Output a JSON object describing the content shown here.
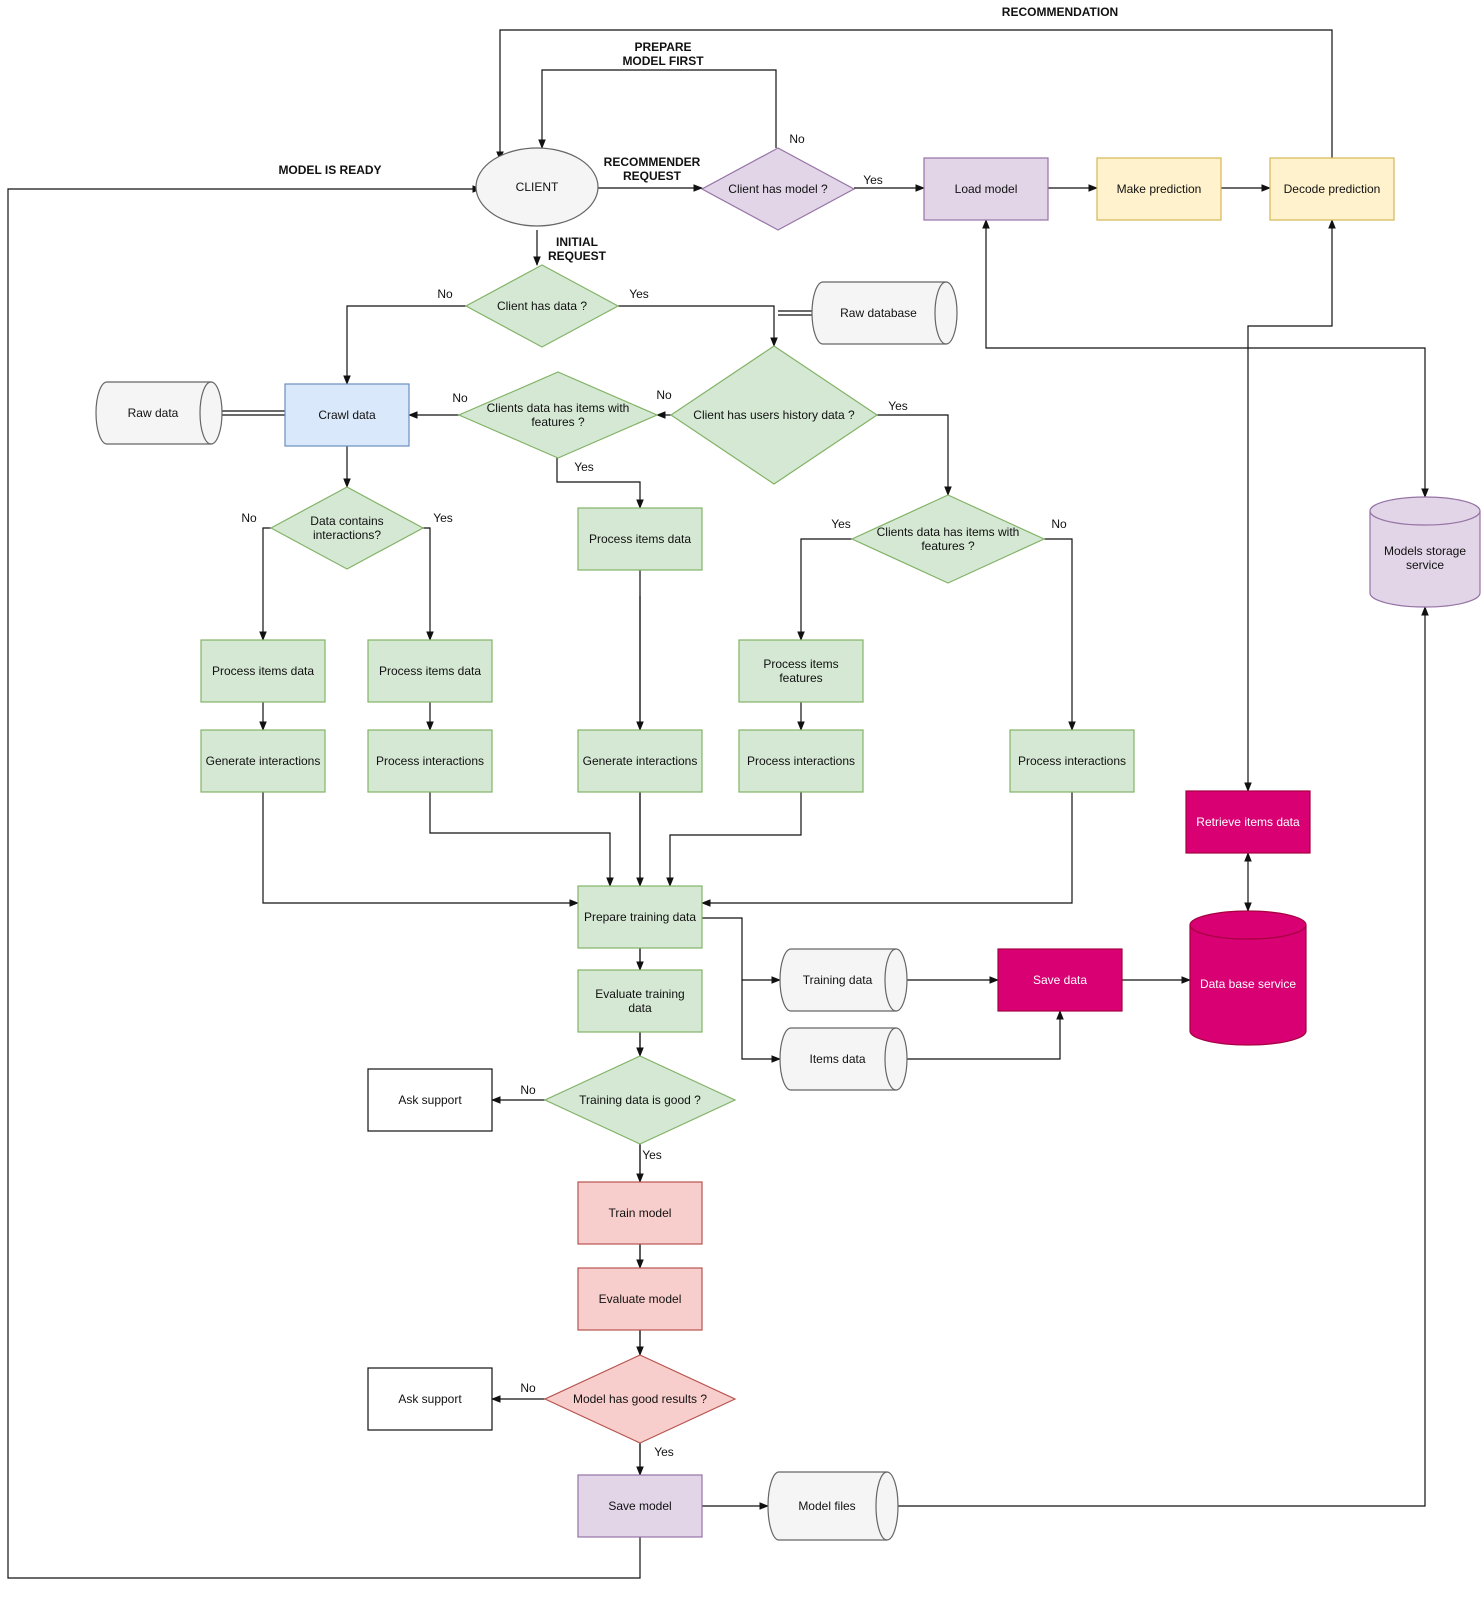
{
  "diagram": {
    "nodes": [
      {
        "id": "client",
        "shape": "ellipse",
        "lines": [
          "CLIENT"
        ],
        "fill": "#f5f5f5",
        "stroke": "#666666"
      },
      {
        "id": "client_has_model",
        "shape": "diamond",
        "lines": [
          "Client has model ?"
        ],
        "fill": "#e1d5e7",
        "stroke": "#9673a6"
      },
      {
        "id": "load_model",
        "shape": "rect",
        "lines": [
          "Load model"
        ],
        "fill": "#e1d5e7",
        "stroke": "#9673a6"
      },
      {
        "id": "make_prediction",
        "shape": "rect",
        "lines": [
          "Make prediction"
        ],
        "fill": "#fff2cc",
        "stroke": "#d6b656"
      },
      {
        "id": "decode_prediction",
        "shape": "rect",
        "lines": [
          "Decode prediction"
        ],
        "fill": "#fff2cc",
        "stroke": "#d6b656"
      },
      {
        "id": "client_has_data",
        "shape": "diamond",
        "lines": [
          "Client has data ?"
        ],
        "fill": "#d5e8d4",
        "stroke": "#82b366"
      },
      {
        "id": "raw_database",
        "shape": "hcyl",
        "lines": [
          "Raw database"
        ],
        "fill": "#f5f5f5",
        "stroke": "#666666"
      },
      {
        "id": "client_users_history",
        "shape": "diamond",
        "lines": [
          "Client has users history data ?"
        ],
        "fill": "#d5e8d4",
        "stroke": "#82b366"
      },
      {
        "id": "clients_items_features_1",
        "shape": "diamond",
        "lines": [
          "Clients data has items with",
          "features ?"
        ],
        "fill": "#d5e8d4",
        "stroke": "#82b366"
      },
      {
        "id": "crawl_data",
        "shape": "rect",
        "lines": [
          "Crawl data"
        ],
        "fill": "#dae8fc",
        "stroke": "#6c8ebf"
      },
      {
        "id": "raw_data",
        "shape": "hcyl",
        "lines": [
          "Raw data"
        ],
        "fill": "#f5f5f5",
        "stroke": "#666666"
      },
      {
        "id": "data_contains_interactions",
        "shape": "diamond",
        "lines": [
          "Data contains",
          "interactions?"
        ],
        "fill": "#d5e8d4",
        "stroke": "#82b366"
      },
      {
        "id": "process_items_data_mid",
        "shape": "rect",
        "lines": [
          "Process items data"
        ],
        "fill": "#d5e8d4",
        "stroke": "#82b366"
      },
      {
        "id": "clients_items_features_2",
        "shape": "diamond",
        "lines": [
          "Clients data has items with",
          "features ?"
        ],
        "fill": "#d5e8d4",
        "stroke": "#82b366"
      },
      {
        "id": "process_items_data_a",
        "shape": "rect",
        "lines": [
          "Process items data"
        ],
        "fill": "#d5e8d4",
        "stroke": "#82b366"
      },
      {
        "id": "process_items_data_b",
        "shape": "rect",
        "lines": [
          "Process items data"
        ],
        "fill": "#d5e8d4",
        "stroke": "#82b366"
      },
      {
        "id": "process_items_features",
        "shape": "rect",
        "lines": [
          "Process items",
          "features"
        ],
        "fill": "#d5e8d4",
        "stroke": "#82b366"
      },
      {
        "id": "generate_interactions_a",
        "shape": "rect",
        "lines": [
          "Generate interactions"
        ],
        "fill": "#d5e8d4",
        "stroke": "#82b366"
      },
      {
        "id": "process_interactions_b",
        "shape": "rect",
        "lines": [
          "Process interactions"
        ],
        "fill": "#d5e8d4",
        "stroke": "#82b366"
      },
      {
        "id": "generate_interactions_mid",
        "shape": "rect",
        "lines": [
          "Generate interactions"
        ],
        "fill": "#d5e8d4",
        "stroke": "#82b366"
      },
      {
        "id": "process_interactions_d",
        "shape": "rect",
        "lines": [
          "Process interactions"
        ],
        "fill": "#d5e8d4",
        "stroke": "#82b366"
      },
      {
        "id": "process_interactions_e",
        "shape": "rect",
        "lines": [
          "Process interactions"
        ],
        "fill": "#d5e8d4",
        "stroke": "#82b366"
      },
      {
        "id": "prepare_training_data",
        "shape": "rect",
        "lines": [
          "Prepare training data"
        ],
        "fill": "#d5e8d4",
        "stroke": "#82b366"
      },
      {
        "id": "evaluate_training_data",
        "shape": "rect",
        "lines": [
          "Evaluate training",
          "data"
        ],
        "fill": "#d5e8d4",
        "stroke": "#82b366"
      },
      {
        "id": "training_data_good",
        "shape": "diamond",
        "lines": [
          "Training data is good ?"
        ],
        "fill": "#d5e8d4",
        "stroke": "#82b366"
      },
      {
        "id": "ask_support_1",
        "shape": "rect",
        "lines": [
          "Ask support"
        ],
        "fill": "#ffffff",
        "stroke": "#111111"
      },
      {
        "id": "train_model",
        "shape": "rect",
        "lines": [
          "Train model"
        ],
        "fill": "#f8cecc",
        "stroke": "#b85450"
      },
      {
        "id": "evaluate_model",
        "shape": "rect",
        "lines": [
          "Evaluate model"
        ],
        "fill": "#f8cecc",
        "stroke": "#b85450"
      },
      {
        "id": "model_good_results",
        "shape": "diamond",
        "lines": [
          "Model has good results ?"
        ],
        "fill": "#f8cecc",
        "stroke": "#b85450"
      },
      {
        "id": "ask_support_2",
        "shape": "rect",
        "lines": [
          "Ask support"
        ],
        "fill": "#ffffff",
        "stroke": "#111111"
      },
      {
        "id": "save_model",
        "shape": "rect",
        "lines": [
          "Save model"
        ],
        "fill": "#e1d5e7",
        "stroke": "#9673a6"
      },
      {
        "id": "model_files",
        "shape": "hcyl",
        "lines": [
          "Model files"
        ],
        "fill": "#f5f5f5",
        "stroke": "#666666"
      },
      {
        "id": "training_data_store",
        "shape": "hcyl",
        "lines": [
          "Training data"
        ],
        "fill": "#f5f5f5",
        "stroke": "#666666"
      },
      {
        "id": "items_data_store",
        "shape": "hcyl",
        "lines": [
          "Items data"
        ],
        "fill": "#f5f5f5",
        "stroke": "#666666"
      },
      {
        "id": "save_data",
        "shape": "rect",
        "lines": [
          "Save data"
        ],
        "fill": "#d80073",
        "stroke": "#a50040",
        "text_color": "#ffffff"
      },
      {
        "id": "data_base_service",
        "shape": "vcyl",
        "lines": [
          "Data base service"
        ],
        "fill": "#d80073",
        "stroke": "#a50040",
        "text_color": "#ffffff"
      },
      {
        "id": "retrieve_items_data",
        "shape": "rect",
        "lines": [
          "Retrieve items data"
        ],
        "fill": "#d80073",
        "stroke": "#a50040",
        "text_color": "#ffffff"
      },
      {
        "id": "models_storage_service",
        "shape": "vcyl",
        "lines": [
          "Models storage",
          "service"
        ],
        "fill": "#e1d5e7",
        "stroke": "#9673a6"
      }
    ],
    "edge_labels": [
      {
        "id": "recommendation",
        "lines": [
          "RECOMMENDATION"
        ],
        "bold": true
      },
      {
        "id": "prepare_model_first",
        "lines": [
          "PREPARE",
          "MODEL FIRST"
        ],
        "bold": true
      },
      {
        "id": "model_is_ready",
        "lines": [
          "MODEL IS READY"
        ],
        "bold": true
      },
      {
        "id": "recommender_request",
        "lines": [
          "RECOMMENDER",
          "REQUEST"
        ],
        "bold": true
      },
      {
        "id": "initial_request",
        "lines": [
          "INITIAL",
          "REQUEST"
        ],
        "bold": true
      },
      {
        "id": "no_has_model",
        "lines": [
          "No"
        ],
        "bold": false
      },
      {
        "id": "yes_has_model",
        "lines": [
          "Yes"
        ],
        "bold": false
      },
      {
        "id": "no_has_data",
        "lines": [
          "No"
        ],
        "bold": false
      },
      {
        "id": "yes_has_data",
        "lines": [
          "Yes"
        ],
        "bold": false
      },
      {
        "id": "no_features_1",
        "lines": [
          "No"
        ],
        "bold": false
      },
      {
        "id": "no_history",
        "lines": [
          "No"
        ],
        "bold": false
      },
      {
        "id": "yes_history",
        "lines": [
          "Yes"
        ],
        "bold": false
      },
      {
        "id": "yes_features_1",
        "lines": [
          "Yes"
        ],
        "bold": false
      },
      {
        "id": "no_interactions",
        "lines": [
          "No"
        ],
        "bold": false
      },
      {
        "id": "yes_interactions",
        "lines": [
          "Yes"
        ],
        "bold": false
      },
      {
        "id": "yes_features_2",
        "lines": [
          "Yes"
        ],
        "bold": false
      },
      {
        "id": "no_features_2",
        "lines": [
          "No"
        ],
        "bold": false
      },
      {
        "id": "no_training_good",
        "lines": [
          "No"
        ],
        "bold": false
      },
      {
        "id": "yes_training_good",
        "lines": [
          "Yes"
        ],
        "bold": false
      },
      {
        "id": "no_model_good",
        "lines": [
          "No"
        ],
        "bold": false
      },
      {
        "id": "yes_model_good",
        "lines": [
          "Yes"
        ],
        "bold": false
      }
    ]
  }
}
